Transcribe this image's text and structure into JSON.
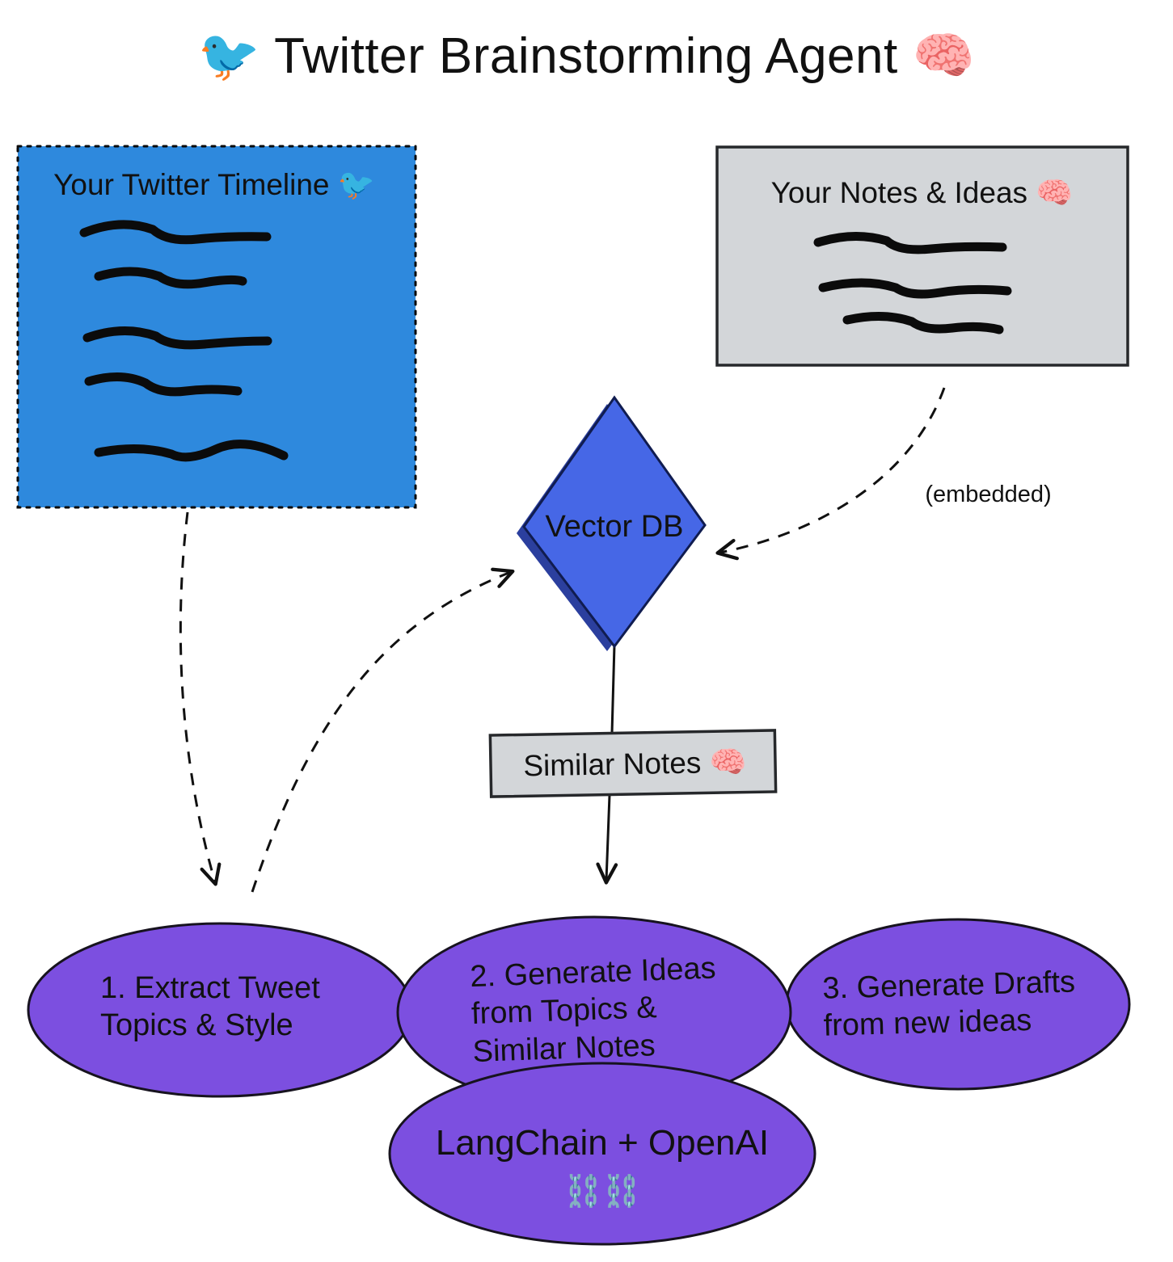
{
  "title": "🐦 Twitter Brainstorming Agent 🧠",
  "nodes": {
    "twitter_timeline": {
      "label": "Your Twitter Timeline 🐦"
    },
    "notes_ideas": {
      "label": "Your Notes & Ideas 🧠"
    },
    "vector_db": {
      "label": "Vector DB"
    },
    "similar_notes": {
      "label": "Similar Notes 🧠"
    },
    "step1": {
      "label": "1. Extract Tweet Topics & Style"
    },
    "step2": {
      "label": "2. Generate Ideas from Topics & Similar Notes"
    },
    "step3": {
      "label": "3. Generate Drafts from new ideas"
    },
    "langchain": {
      "label": "LangChain + OpenAI",
      "icons": "⛓️⛓️"
    }
  },
  "edges": [
    {
      "from": "twitter_timeline",
      "to": "step1",
      "style": "dashed",
      "label": ""
    },
    {
      "from": "step1",
      "to": "vector_db",
      "style": "dashed",
      "label": ""
    },
    {
      "from": "notes_ideas",
      "to": "vector_db",
      "style": "dashed",
      "label": "(embedded)"
    },
    {
      "from": "vector_db",
      "to": "similar_notes",
      "style": "solid",
      "label": ""
    },
    {
      "from": "similar_notes",
      "to": "step2",
      "style": "solid",
      "label": ""
    }
  ],
  "colors": {
    "timeline_blue": "#2e89dd",
    "box_gray": "#d3d6d9",
    "diamond_blue": "#4667e6",
    "diamond_shadow": "#2b3f9e",
    "ellipse_purple": "#7c4fe0",
    "ink": "#111111"
  }
}
